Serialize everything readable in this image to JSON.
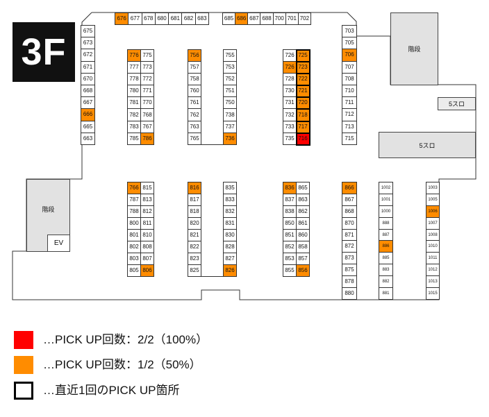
{
  "floor_label": "3F",
  "colors": {
    "pickup_2": "#ff0000",
    "pickup_1": "#ff8c00",
    "cell": "#ffffff",
    "area": "#e2e2e2",
    "floor_badge": "#111111"
  },
  "areas": {
    "stairs_left": "階段",
    "ev": "EV",
    "stairs_right": "階段",
    "slot5_small": "5スロ",
    "slot5_large": "5スロ"
  },
  "groups": {
    "top_row_left": {
      "rows": [
        [
          {
            "no": "676",
            "pick": 1
          },
          {
            "no": "677"
          },
          {
            "no": "678"
          },
          {
            "no": "680"
          },
          {
            "no": "681"
          },
          {
            "no": "682"
          },
          {
            "no": "683"
          }
        ]
      ]
    },
    "top_row_right": {
      "rows": [
        [
          {
            "no": "685"
          },
          {
            "no": "686",
            "pick": 1
          },
          {
            "no": "687"
          },
          {
            "no": "688"
          },
          {
            "no": "700"
          },
          {
            "no": "701"
          },
          {
            "no": "702"
          }
        ]
      ]
    },
    "left_column": {
      "rows": [
        [
          {
            "no": "675"
          }
        ],
        [
          {
            "no": "673"
          }
        ],
        [
          {
            "no": "672"
          }
        ],
        [
          {
            "no": "671"
          }
        ],
        [
          {
            "no": "670"
          }
        ],
        [
          {
            "no": "668"
          }
        ],
        [
          {
            "no": "667"
          }
        ],
        [
          {
            "no": "666",
            "pick": 1
          }
        ],
        [
          {
            "no": "665"
          }
        ],
        [
          {
            "no": "663"
          }
        ]
      ]
    },
    "upper_block_1": {
      "rows": [
        [
          {
            "no": "776",
            "pick": 1
          },
          {
            "no": "775"
          }
        ],
        [
          {
            "no": "777"
          },
          {
            "no": "773"
          }
        ],
        [
          {
            "no": "778"
          },
          {
            "no": "772"
          }
        ],
        [
          {
            "no": "780"
          },
          {
            "no": "771"
          }
        ],
        [
          {
            "no": "781"
          },
          {
            "no": "770"
          }
        ],
        [
          {
            "no": "782"
          },
          {
            "no": "768"
          }
        ],
        [
          {
            "no": "783"
          },
          {
            "no": "767"
          }
        ],
        [
          {
            "no": "785"
          },
          {
            "no": "786",
            "pick": 1
          }
        ]
      ]
    },
    "upper_block_2_left": {
      "rows": [
        [
          {
            "no": "756",
            "pick": 1
          }
        ],
        [
          {
            "no": "757"
          }
        ],
        [
          {
            "no": "758"
          }
        ],
        [
          {
            "no": "760"
          }
        ],
        [
          {
            "no": "761"
          }
        ],
        [
          {
            "no": "762"
          }
        ],
        [
          {
            "no": "763"
          }
        ],
        [
          {
            "no": "765"
          }
        ]
      ]
    },
    "upper_block_2_right": {
      "rows": [
        [
          {
            "no": "755"
          }
        ],
        [
          {
            "no": "753"
          }
        ],
        [
          {
            "no": "752"
          }
        ],
        [
          {
            "no": "751"
          }
        ],
        [
          {
            "no": "750"
          }
        ],
        [
          {
            "no": "738"
          }
        ],
        [
          {
            "no": "737"
          }
        ],
        [
          {
            "no": "736",
            "pick": 1
          }
        ]
      ]
    },
    "upper_block_3": {
      "rows": [
        [
          {
            "no": "726"
          },
          {
            "no": "725",
            "pick": 1,
            "recent": true
          }
        ],
        [
          {
            "no": "726",
            "pick": 1
          },
          {
            "no": "723",
            "pick": 1,
            "recent": true
          }
        ],
        [
          {
            "no": "728"
          },
          {
            "no": "722",
            "pick": 1,
            "recent": true
          }
        ],
        [
          {
            "no": "730"
          },
          {
            "no": "721",
            "pick": 1,
            "recent": true
          }
        ],
        [
          {
            "no": "731"
          },
          {
            "no": "720",
            "pick": 1,
            "recent": true
          }
        ],
        [
          {
            "no": "732"
          },
          {
            "no": "718",
            "pick": 1,
            "recent": true
          }
        ],
        [
          {
            "no": "733"
          },
          {
            "no": "717",
            "pick": 1,
            "recent": true
          }
        ],
        [
          {
            "no": "735"
          },
          {
            "no": "716",
            "pick": 2,
            "recent": true
          }
        ]
      ]
    },
    "right_column": {
      "rows": [
        [
          {
            "no": "703"
          }
        ],
        [
          {
            "no": "705"
          }
        ],
        [
          {
            "no": "706",
            "pick": 1
          }
        ],
        [
          {
            "no": "707"
          }
        ],
        [
          {
            "no": "708"
          }
        ],
        [
          {
            "no": "710"
          }
        ],
        [
          {
            "no": "711"
          }
        ],
        [
          {
            "no": "712"
          }
        ],
        [
          {
            "no": "713"
          }
        ],
        [
          {
            "no": "715"
          }
        ]
      ]
    },
    "lower_block_1": {
      "rows": [
        [
          {
            "no": "766",
            "pick": 1
          },
          {
            "no": "815"
          }
        ],
        [
          {
            "no": "787"
          },
          {
            "no": "813"
          }
        ],
        [
          {
            "no": "788"
          },
          {
            "no": "812"
          }
        ],
        [
          {
            "no": "800"
          },
          {
            "no": "811"
          }
        ],
        [
          {
            "no": "801"
          },
          {
            "no": "810"
          }
        ],
        [
          {
            "no": "802"
          },
          {
            "no": "808"
          }
        ],
        [
          {
            "no": "803"
          },
          {
            "no": "807"
          }
        ],
        [
          {
            "no": "805"
          },
          {
            "no": "806",
            "pick": 1
          }
        ]
      ]
    },
    "lower_block_2_left": {
      "rows": [
        [
          {
            "no": "816",
            "pick": 1
          }
        ],
        [
          {
            "no": "817"
          }
        ],
        [
          {
            "no": "818"
          }
        ],
        [
          {
            "no": "820"
          }
        ],
        [
          {
            "no": "821"
          }
        ],
        [
          {
            "no": "822"
          }
        ],
        [
          {
            "no": "823"
          }
        ],
        [
          {
            "no": "825"
          }
        ]
      ]
    },
    "lower_block_2_right": {
      "rows": [
        [
          {
            "no": "835"
          }
        ],
        [
          {
            "no": "833"
          }
        ],
        [
          {
            "no": "832"
          }
        ],
        [
          {
            "no": "831"
          }
        ],
        [
          {
            "no": "830"
          }
        ],
        [
          {
            "no": "828"
          }
        ],
        [
          {
            "no": "827"
          }
        ],
        [
          {
            "no": "826",
            "pick": 1
          }
        ]
      ]
    },
    "lower_block_3": {
      "rows": [
        [
          {
            "no": "836",
            "pick": 1
          },
          {
            "no": "865"
          }
        ],
        [
          {
            "no": "837"
          },
          {
            "no": "863"
          }
        ],
        [
          {
            "no": "838"
          },
          {
            "no": "862"
          }
        ],
        [
          {
            "no": "850"
          },
          {
            "no": "861"
          }
        ],
        [
          {
            "no": "851"
          },
          {
            "no": "860"
          }
        ],
        [
          {
            "no": "852"
          },
          {
            "no": "858"
          }
        ],
        [
          {
            "no": "853"
          },
          {
            "no": "857"
          }
        ],
        [
          {
            "no": "855"
          },
          {
            "no": "856",
            "pick": 1
          }
        ]
      ]
    },
    "lower_column_1": {
      "rows": [
        [
          {
            "no": "866",
            "pick": 1
          }
        ],
        [
          {
            "no": "867"
          }
        ],
        [
          {
            "no": "868"
          }
        ],
        [
          {
            "no": "870"
          }
        ],
        [
          {
            "no": "871"
          }
        ],
        [
          {
            "no": "872"
          }
        ],
        [
          {
            "no": "873"
          }
        ],
        [
          {
            "no": "875"
          }
        ],
        [
          {
            "no": "878"
          }
        ],
        [
          {
            "no": "880"
          }
        ]
      ]
    },
    "lower_column_2": {
      "rows": [
        [
          {
            "no": "1002"
          }
        ],
        [
          {
            "no": "1001"
          }
        ],
        [
          {
            "no": "1000"
          }
        ],
        [
          {
            "no": "888"
          }
        ],
        [
          {
            "no": "887"
          }
        ],
        [
          {
            "no": "886",
            "pick": 1
          }
        ],
        [
          {
            "no": "885"
          }
        ],
        [
          {
            "no": "883"
          }
        ],
        [
          {
            "no": "882"
          }
        ],
        [
          {
            "no": "881"
          }
        ]
      ]
    },
    "lower_column_3": {
      "rows": [
        [
          {
            "no": "1003"
          }
        ],
        [
          {
            "no": "1005"
          }
        ],
        [
          {
            "no": "1006",
            "pick": 1
          }
        ],
        [
          {
            "no": "1007"
          }
        ],
        [
          {
            "no": "1008"
          }
        ],
        [
          {
            "no": "1010"
          }
        ],
        [
          {
            "no": "1011"
          }
        ],
        [
          {
            "no": "1012"
          }
        ],
        [
          {
            "no": "1013"
          }
        ],
        [
          {
            "no": "1015"
          }
        ]
      ]
    }
  },
  "legend": [
    {
      "color": "#ff0000",
      "text": "…PICK UP回数：2/2（100%）"
    },
    {
      "color": "#ff8c00",
      "text": "…PICK UP回数：1/2（50%）"
    },
    {
      "color": "#ffffff",
      "outlined": true,
      "text": "…直近1回のPICK UP箇所"
    }
  ]
}
